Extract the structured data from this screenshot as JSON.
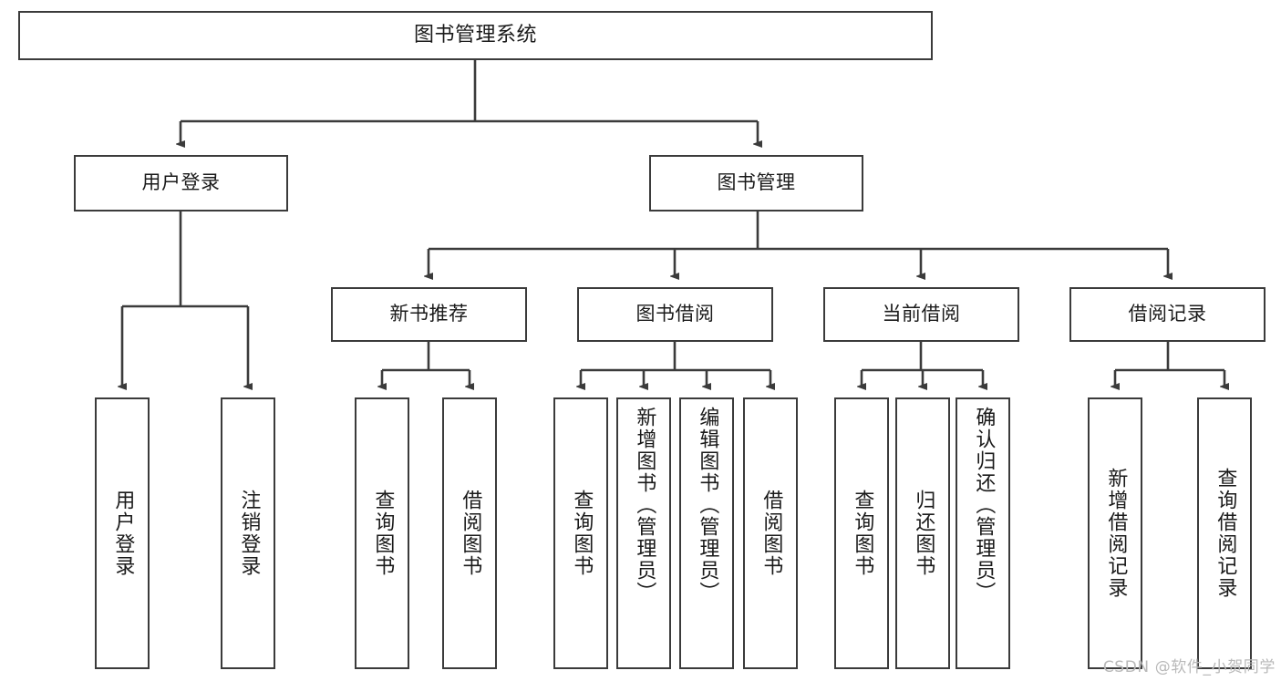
{
  "diagram": {
    "title": "图书管理系统",
    "type": "tree",
    "root": {
      "label": "图书管理系统"
    },
    "level2": [
      {
        "label": "用户登录"
      },
      {
        "label": "图书管理"
      }
    ],
    "level3": [
      {
        "label": "新书推荐"
      },
      {
        "label": "图书借阅"
      },
      {
        "label": "当前借阅"
      },
      {
        "label": "借阅记录"
      }
    ],
    "leaves": {
      "user_login": [
        {
          "label": "用户登录"
        },
        {
          "label": "注销登录"
        }
      ],
      "new_book": [
        {
          "label": "查询图书"
        },
        {
          "label": "借阅图书"
        }
      ],
      "book_borrow": [
        {
          "label": "查询图书"
        },
        {
          "label": "新增图书（管理员）"
        },
        {
          "label": "编辑图书（管理员）"
        },
        {
          "label": "借阅图书"
        }
      ],
      "current_borrow": [
        {
          "label": "查询图书"
        },
        {
          "label": "归还图书"
        },
        {
          "label": "确认归还（管理员）"
        }
      ],
      "borrow_record": [
        {
          "label": "新增借阅记录"
        },
        {
          "label": "查询借阅记录"
        }
      ]
    }
  },
  "watermark": {
    "text": "CSDN @软件_小贺同学"
  },
  "colors": {
    "stroke": "#3b3b3b",
    "background": "#ffffff",
    "text": "#1a1a1a",
    "watermark": "#b9b9b9"
  }
}
